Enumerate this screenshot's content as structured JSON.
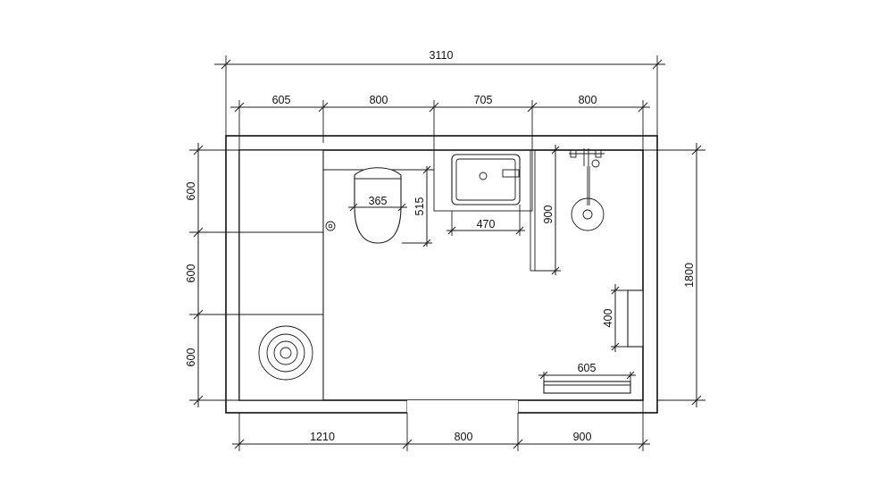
{
  "dimensions": {
    "overall_width": "3110",
    "top_segments": [
      "605",
      "800",
      "705",
      "800"
    ],
    "bottom_segments": [
      "1210",
      "800",
      "900"
    ],
    "left_segments": [
      "600",
      "600",
      "600"
    ],
    "overall_height": "1800",
    "toilet_width": "365",
    "toilet_depth": "515",
    "sink_width": "470",
    "shower_screen": "900",
    "radiator_height": "400",
    "bench_width": "605"
  },
  "colors": {
    "line": "#1a1a1a",
    "background": "#ffffff"
  },
  "fixtures": [
    "cabinets",
    "washing-machine",
    "toilet",
    "toilet-paper-holder",
    "sink",
    "shower",
    "shower-screen",
    "towel-radiator",
    "bench"
  ]
}
